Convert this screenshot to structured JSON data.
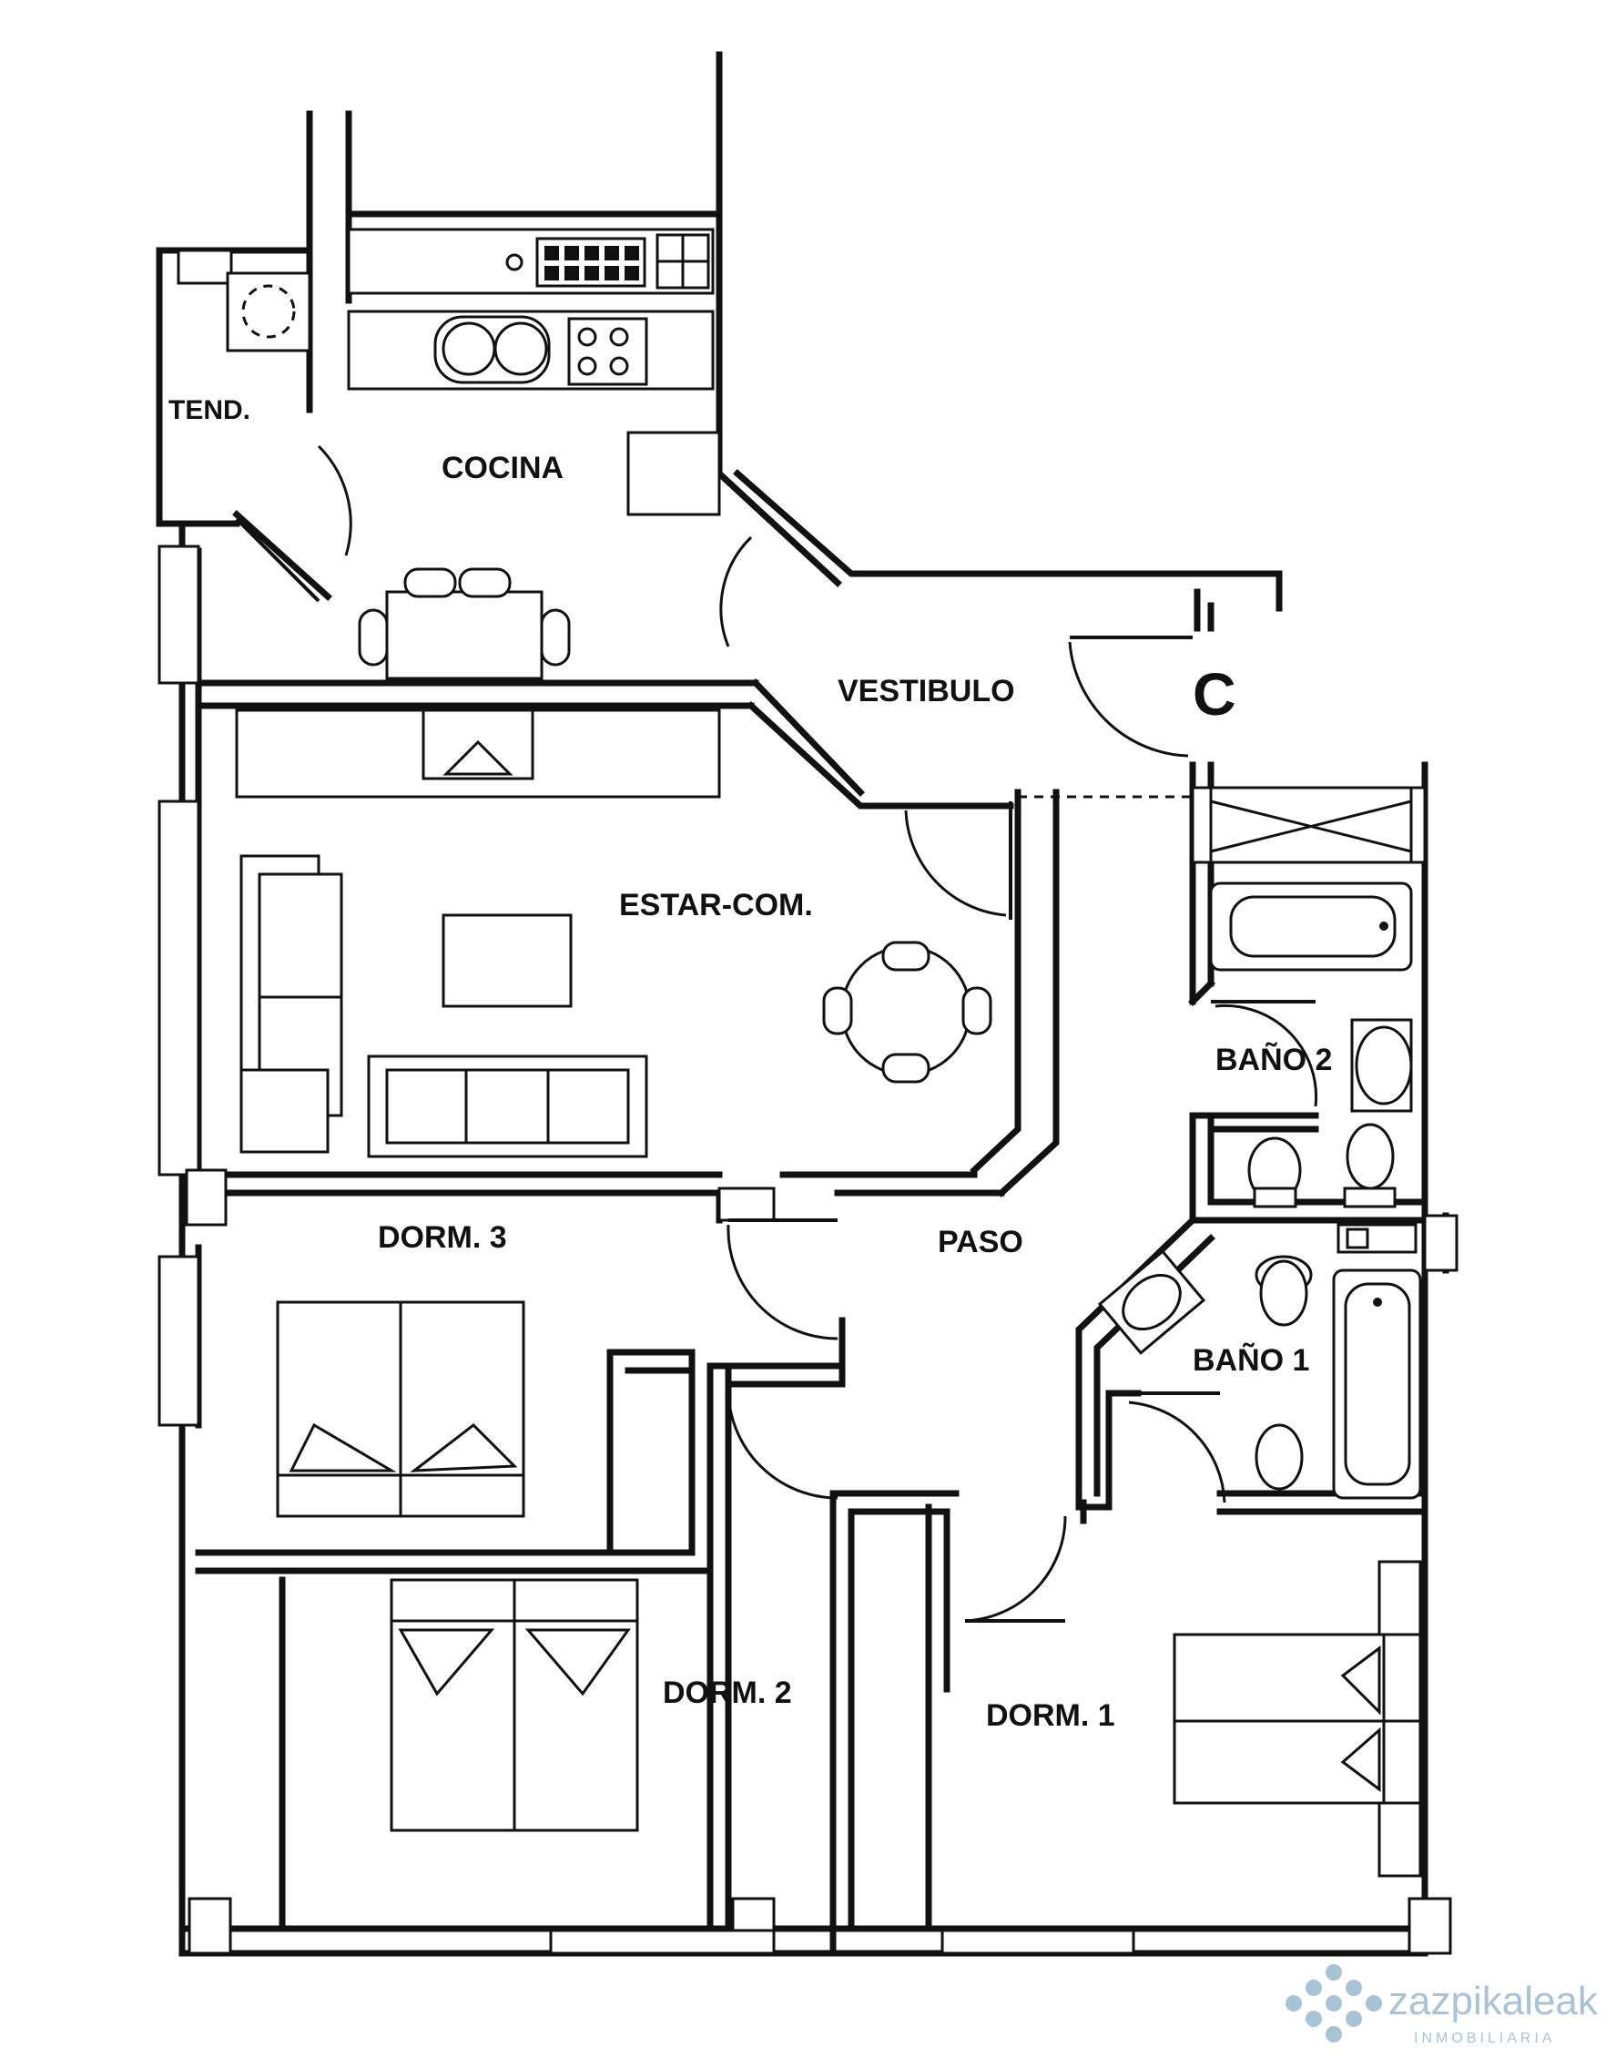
{
  "rooms": {
    "tend": "TEND.",
    "cocina": "COCINA",
    "vestibulo": "VESTIBULO",
    "estar": "ESTAR-COM.",
    "bano2": "BAÑO 2",
    "paso": "PASO",
    "dorm3": "DORM. 3",
    "bano1": "BAÑO 1",
    "dorm2": "DORM. 2",
    "dorm1": "DORM. 1"
  },
  "unit_letter": "C",
  "watermark": {
    "brand": "zazpikaleak",
    "tagline": "INMOBILIARIA",
    "color": "#a9c3d6"
  },
  "colors": {
    "line": "#111111",
    "background": "#ffffff"
  }
}
